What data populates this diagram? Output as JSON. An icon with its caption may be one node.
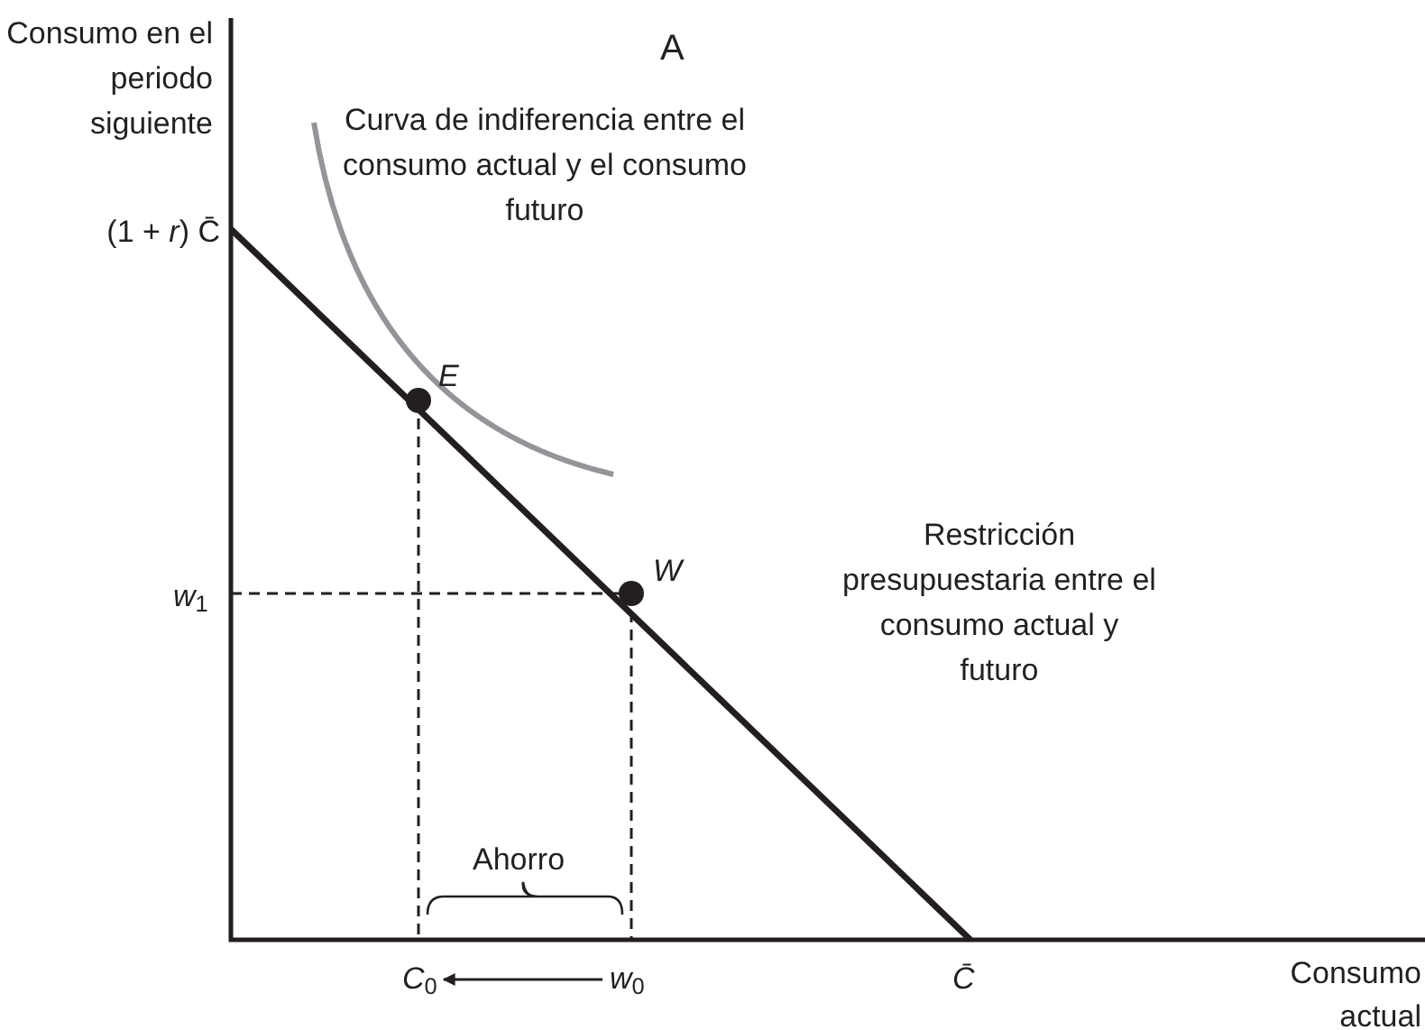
{
  "diagram": {
    "nodes": [
      {
        "text": [
          "*C*$_{0}$"
        ]
      },
      {
        "text": [
          "*w*$_{0}$"
        ]
      }
    ],
    "edges": [
      {
        "from": 1,
        "to": 0,
        "arrow": "to"
      }
    ],
    "labels": [
      "Consumo en el periodo siguiente",
      "A",
      "(1 + *r*) C̄",
      "Curva de indiferencia entre el consumo actual y el consumo futuro",
      "E",
      "W",
      "*w*$_{1}$",
      "Restricción presupuestaria entre el consumo actual y futuro",
      "Ahorro",
      "*C̄*",
      "Consumo actual"
    ]
  }
}
